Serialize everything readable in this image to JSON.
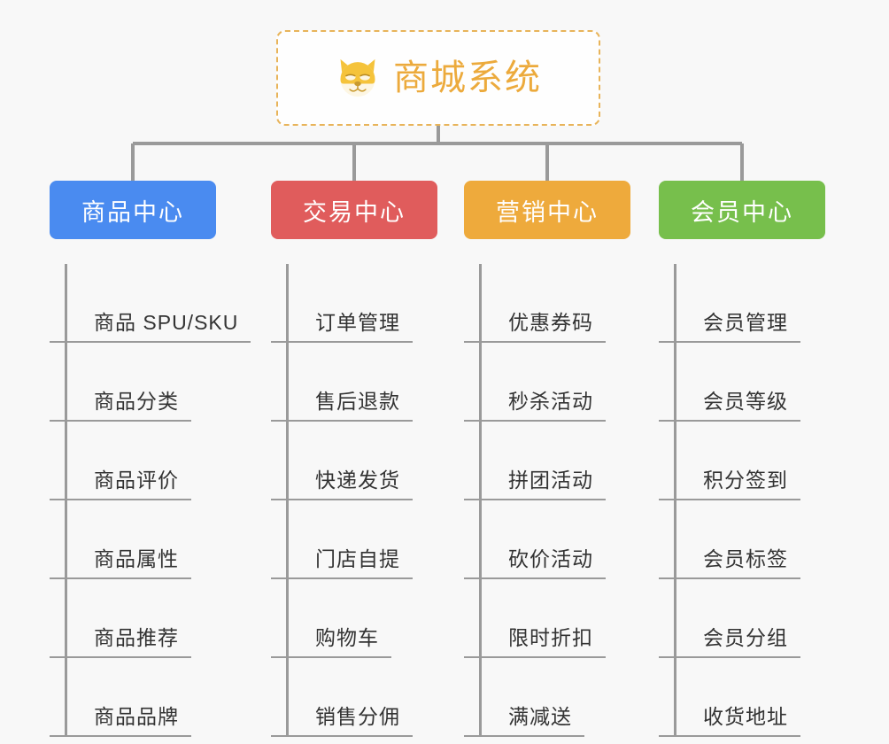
{
  "diagram": {
    "type": "mindmap",
    "background_color": "#f8f8f8",
    "root": {
      "title": "商城系统",
      "icon": "shiba-dog-face-icon",
      "text_color": "#ecaa3c",
      "border_color": "#e8b45a",
      "background_color": "#fefefe"
    },
    "connector_color": "#9a9a9a",
    "branches": [
      {
        "label": "商品中心",
        "color": "#4a8bf0",
        "items": [
          "商品 SPU/SKU",
          "商品分类",
          "商品评价",
          "商品属性",
          "商品推荐",
          "商品品牌"
        ]
      },
      {
        "label": "交易中心",
        "color": "#e05c5c",
        "items": [
          "订单管理",
          "售后退款",
          "快递发货",
          "门店自提",
          "购物车",
          "销售分佣"
        ]
      },
      {
        "label": "营销中心",
        "color": "#eeaa3c",
        "items": [
          "优惠券码",
          "秒杀活动",
          "拼团活动",
          "砍价活动",
          "限时折扣",
          "满减送"
        ]
      },
      {
        "label": "会员中心",
        "color": "#77bf4c",
        "items": [
          "会员管理",
          "会员等级",
          "积分签到",
          "会员标签",
          "会员分组",
          "收货地址"
        ]
      }
    ]
  }
}
